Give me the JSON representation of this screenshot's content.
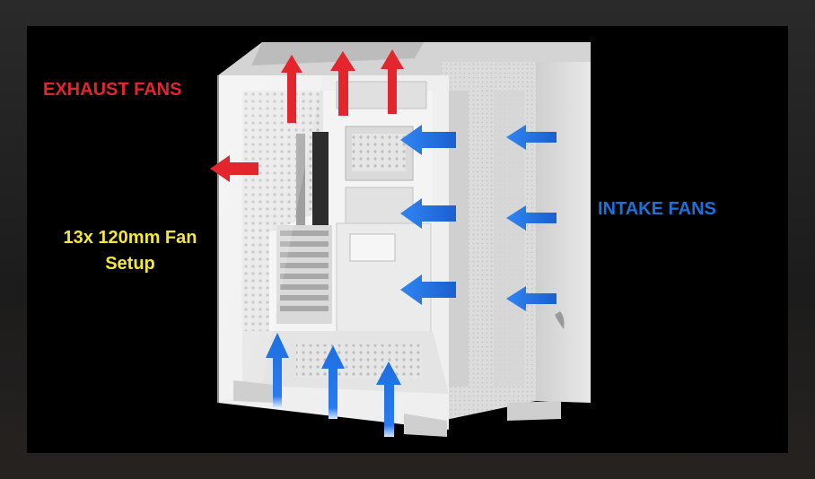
{
  "labels": {
    "exhaust": "EXHAUST FANS",
    "intake": "INTAKE FANS",
    "setup_line1": "13x 120mm Fan",
    "setup_line2": "Setup"
  },
  "colors": {
    "background": "#000000",
    "exhaust": "#e3262c",
    "intake": "#1a72d8",
    "setup": "#f3e73a",
    "case": "#f2f2f2"
  },
  "icons": {
    "exhaust_arrow": "red-arrow-icon",
    "intake_arrow": "blue-arrow-icon",
    "logo": "sail-logo-icon"
  }
}
